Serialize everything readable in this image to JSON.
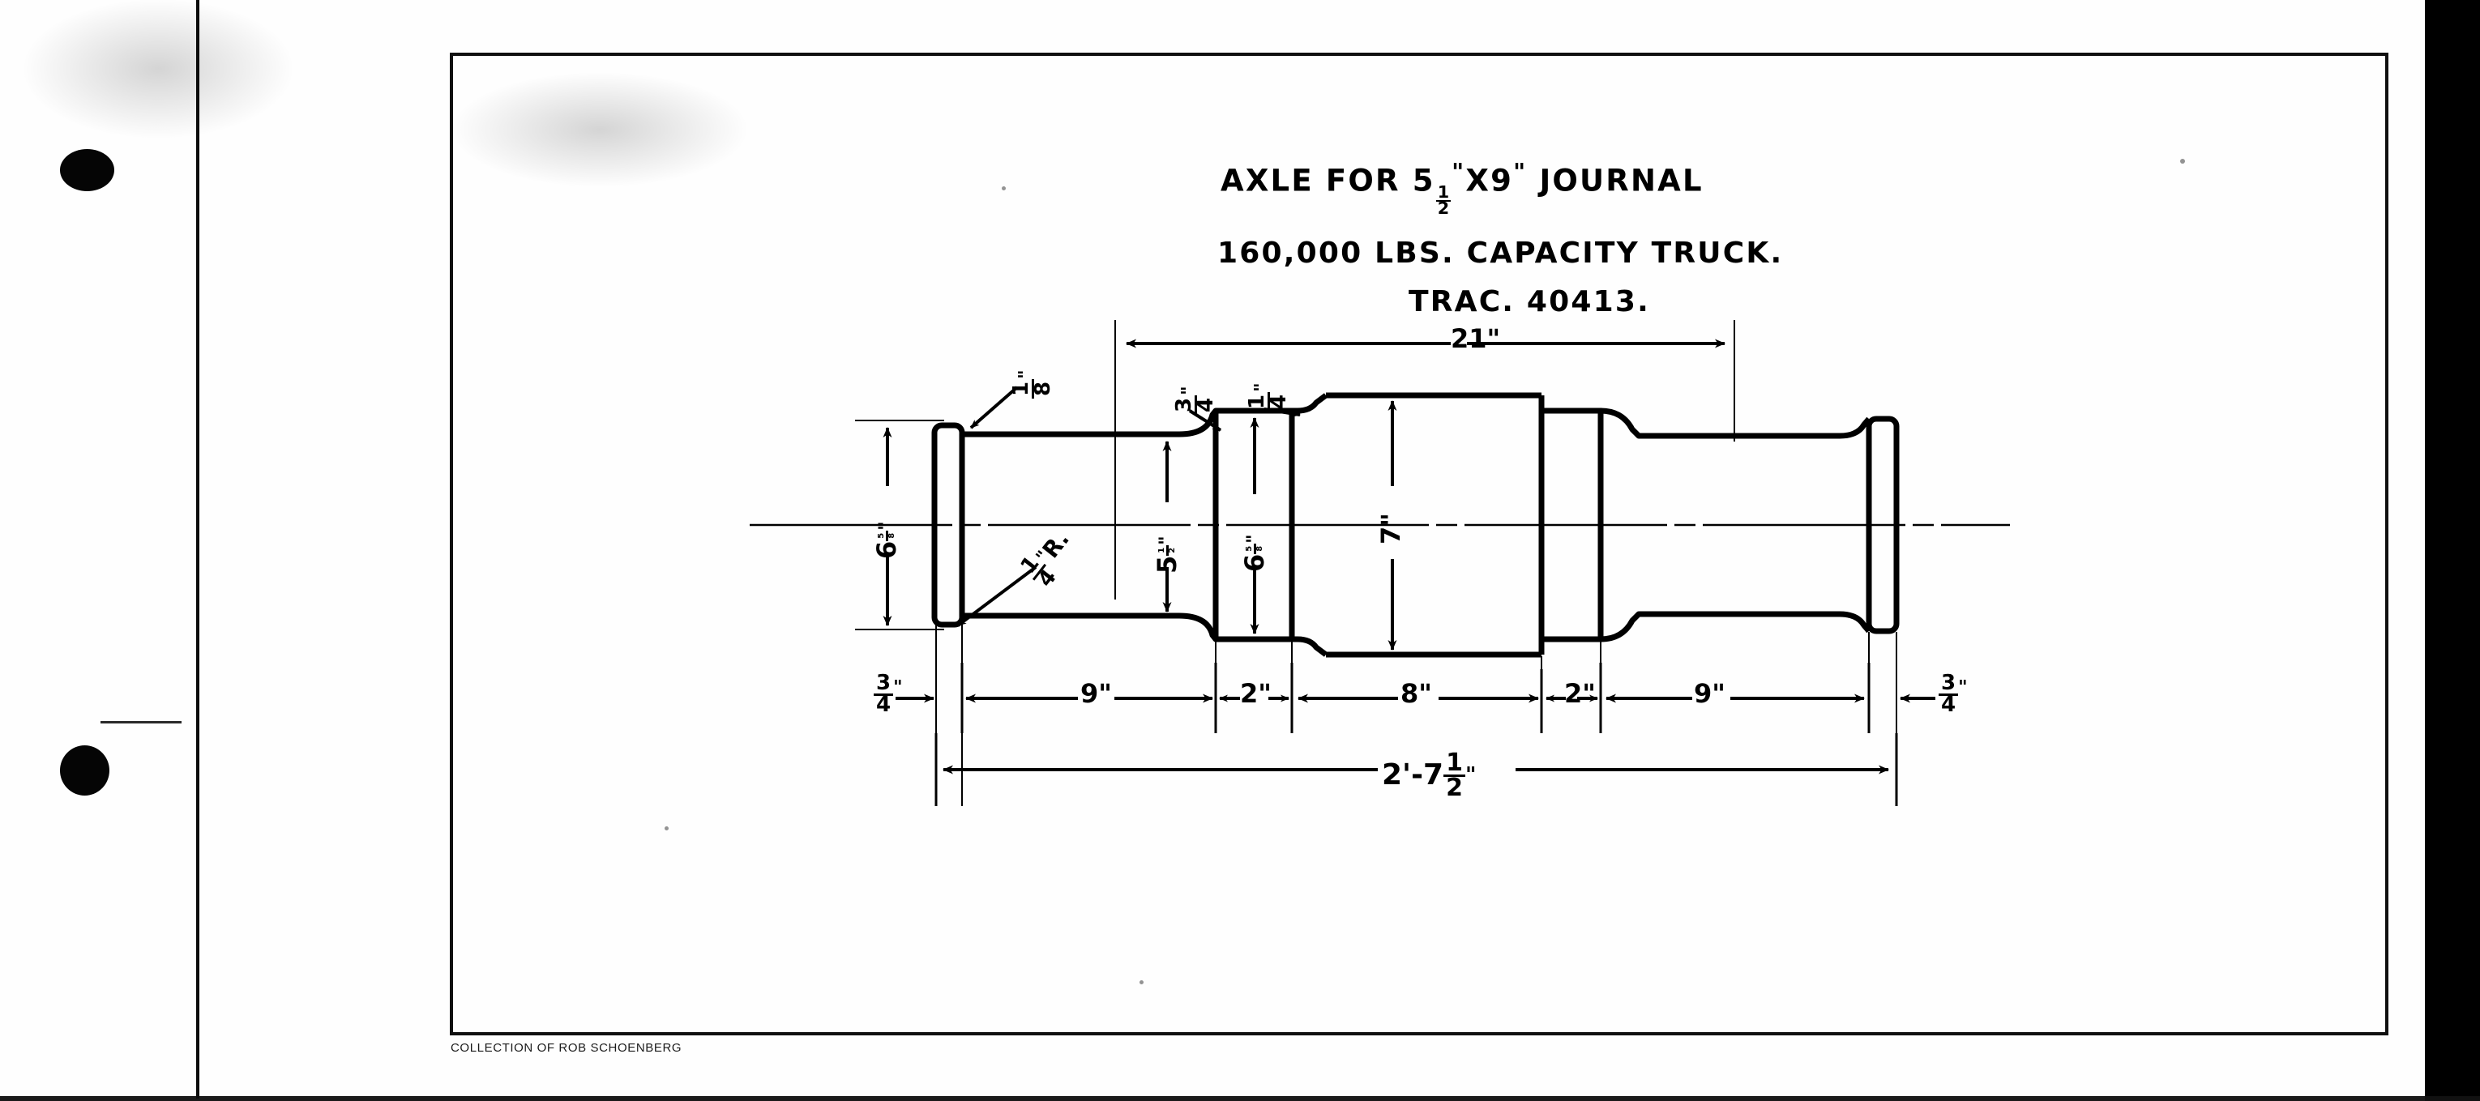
{
  "document": {
    "type": "engineering-drawing",
    "subject": "railroad car axle",
    "credit": "COLLECTION OF ROB SCHOENBERG",
    "background_color": "#fefefe",
    "ink_color": "#000000"
  },
  "title_block": {
    "line1_pre": "AXLE FOR 5",
    "line1_frac_num": "1",
    "line1_frac_den": "2",
    "line1_mid": "X9",
    "line1_post": "JOURNAL",
    "line2": "160,000 LBS. CAPACITY TRUCK.",
    "line3": "TRAC. 40413."
  },
  "drawing": {
    "overall_label": "2'-7",
    "overall_frac_num": "1",
    "overall_frac_den": "2",
    "top_dimension": "21\"",
    "horizontal_dimensions": [
      {
        "name": "left-end-chamfer",
        "label_whole": "",
        "frac_num": "3",
        "frac_den": "4"
      },
      {
        "name": "left-journal",
        "label": "9\""
      },
      {
        "name": "left-fillet-band",
        "label": "2\""
      },
      {
        "name": "center-body",
        "label": "8\""
      },
      {
        "name": "right-fillet-band",
        "label": "2\""
      },
      {
        "name": "right-journal",
        "label": "9\""
      },
      {
        "name": "right-end-chamfer",
        "label_whole": "",
        "frac_num": "3",
        "frac_den": "4"
      }
    ],
    "vertical_dimensions": [
      {
        "name": "left-collar-diameter",
        "whole": "6",
        "frac_num": "5",
        "frac_den": "8"
      },
      {
        "name": "journal-diameter",
        "whole": "5",
        "frac_num": "1",
        "frac_den": "2"
      },
      {
        "name": "wheel-seat-diameter",
        "whole": "6",
        "frac_num": "5",
        "frac_den": "8"
      },
      {
        "name": "center-body-diameter",
        "label": "7\""
      }
    ],
    "leader_callouts": [
      {
        "name": "end-chamfer-callout",
        "frac_num": "1",
        "frac_den": "8"
      },
      {
        "name": "fillet-radius-callout",
        "frac_num": "1",
        "frac_den": "4",
        "suffix": "R."
      },
      {
        "name": "shoulder-callout-left",
        "frac_num": "3",
        "frac_den": "4"
      },
      {
        "name": "shoulder-callout-right",
        "frac_num": "1",
        "frac_den": "4"
      }
    ],
    "inch_mark": "\"",
    "foot_mark": "'"
  }
}
